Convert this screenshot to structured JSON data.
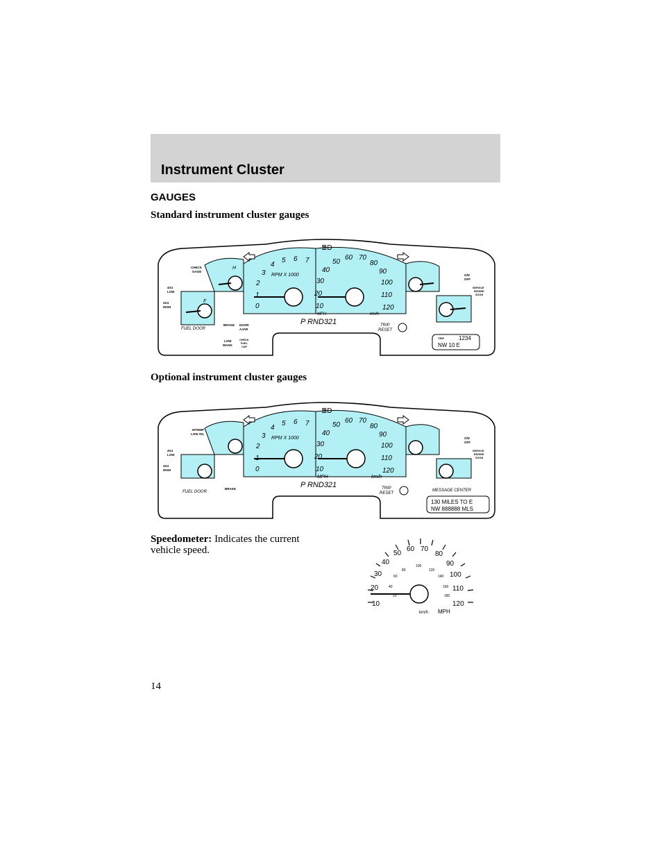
{
  "header": {
    "title": "Instrument Cluster"
  },
  "section_heading": "GAUGES",
  "standard": {
    "caption": "Standard instrument cluster gauges",
    "rpm_label": "RPM X 1000",
    "rpm_ticks": [
      "0",
      "1",
      "2",
      "3",
      "4",
      "5",
      "6",
      "7"
    ],
    "speed_ticks": [
      "10",
      "20",
      "30",
      "40",
      "50",
      "60",
      "70",
      "80",
      "90",
      "100",
      "110",
      "120"
    ],
    "mph": "MPH",
    "kmh": "km/h",
    "gear": "P  RND321",
    "trip_reset": "TRIP\nRESET",
    "fuel_door": "FUEL DOOR",
    "check_gage": "CHECK\nGAGE",
    "fourx4_low": "4X4\nLOW",
    "fourx4_high": "4X4\nHIGH",
    "brake": "BRAKE",
    "door_ajar": "DOOR\nAJAR",
    "low_wash": "LOW\nWASH",
    "check_fuel_cap": "CHECK\nFUEL\nCAP",
    "od_off": "O/D\nOFF",
    "service_engine_soon": "SERVICE\nENGINE\nSOON",
    "odo_trip": "TRIP",
    "odo_line1": "1234",
    "odo_line2": "NW      10 E"
  },
  "optional": {
    "caption": "Optional instrument cluster gauges",
    "rpm_label": "RPM X 1000",
    "gear": "P  RND321",
    "trip_reset": "TRIP\nRESET",
    "fuel_door": "FUEL DOOR",
    "hitemp_low_oil": "HITEMP\nLOW OIL",
    "fourx4_low": "4X4\nLOW",
    "fourx4_high": "4X4\nHIGH",
    "brake": "BRAKE",
    "od_off": "O/D\nOFF",
    "service_engine_soon": "SERVICE\nENGINE\nSOON",
    "message_center": "MESSAGE CENTER",
    "msg_line1": "130 MILES TO E",
    "msg_line2": "NW  888888 MLS",
    "mph": "MPH",
    "kmh": "km/h"
  },
  "speedometer": {
    "term": "Speedometer:",
    "description": "Indicates the current vehicle speed.",
    "mph_ticks": [
      "10",
      "20",
      "30",
      "40",
      "50",
      "60",
      "70",
      "80",
      "90",
      "100",
      "110",
      "120"
    ],
    "kmh_ticks": [
      "20",
      "40",
      "60",
      "80",
      "100",
      "120",
      "140",
      "160",
      "180"
    ],
    "kmh": "km/h",
    "mph": "MPH"
  },
  "page_number": "14"
}
